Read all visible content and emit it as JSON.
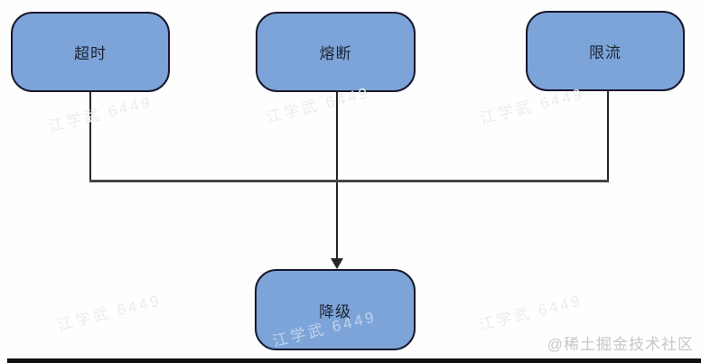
{
  "diagram": {
    "type": "flowchart",
    "nodes": [
      {
        "id": "timeout",
        "label": "超时"
      },
      {
        "id": "fuse",
        "label": "熔断"
      },
      {
        "id": "rate-limit",
        "label": "限流"
      },
      {
        "id": "degrade",
        "label": "降级"
      }
    ],
    "edges": [
      {
        "from": "timeout",
        "to": "degrade"
      },
      {
        "from": "fuse",
        "to": "degrade"
      },
      {
        "from": "rate-limit",
        "to": "degrade"
      }
    ]
  },
  "watermark": {
    "text": "江学武 6449"
  },
  "attribution": {
    "text": "@稀土掘金技术社区"
  },
  "colors": {
    "node-fill": "#7da4d8",
    "node-border": "#18182e",
    "node-text": "#1c2333",
    "edge-line": "#262626",
    "merge-line": "#454545",
    "watermark": "#ececec",
    "attribution": "#c6c6c6",
    "bottom-bar": "#101010"
  }
}
